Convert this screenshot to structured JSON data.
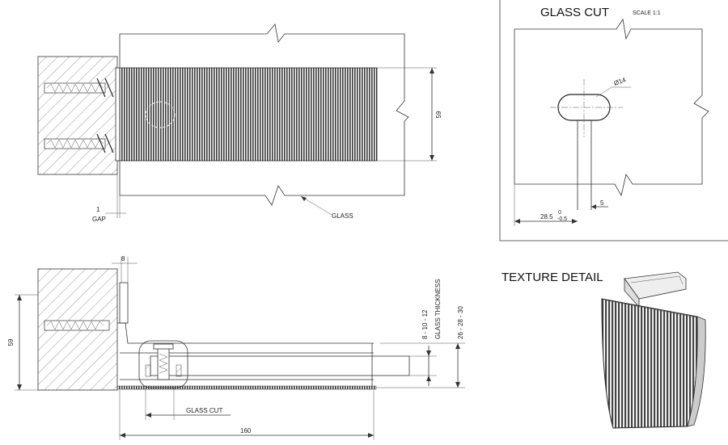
{
  "titles": {
    "glass_cut": "GLASS CUT",
    "glass_cut_scale": "SCALE 1:1",
    "texture_detail": "TEXTURE DETAIL"
  },
  "top_view": {
    "height_dim": "59",
    "gap_value": "1",
    "gap_label": "GAP",
    "glass_label": "GLASS"
  },
  "glass_cut_detail": {
    "diameter": "Ø14",
    "offset_main": "28.5",
    "offset_tol_upper": "0",
    "offset_tol_lower": "-0.5",
    "slot_width": "5"
  },
  "section_view": {
    "top_dim": "8",
    "height_dim": "59",
    "glass_thickness_values": "8 - 10 - 12",
    "glass_thickness_label": "GLASS THICKNESS",
    "overall_values": "26 - 28 - 30",
    "glass_cut_label": "GLASS CUT",
    "length_dim": "160"
  }
}
